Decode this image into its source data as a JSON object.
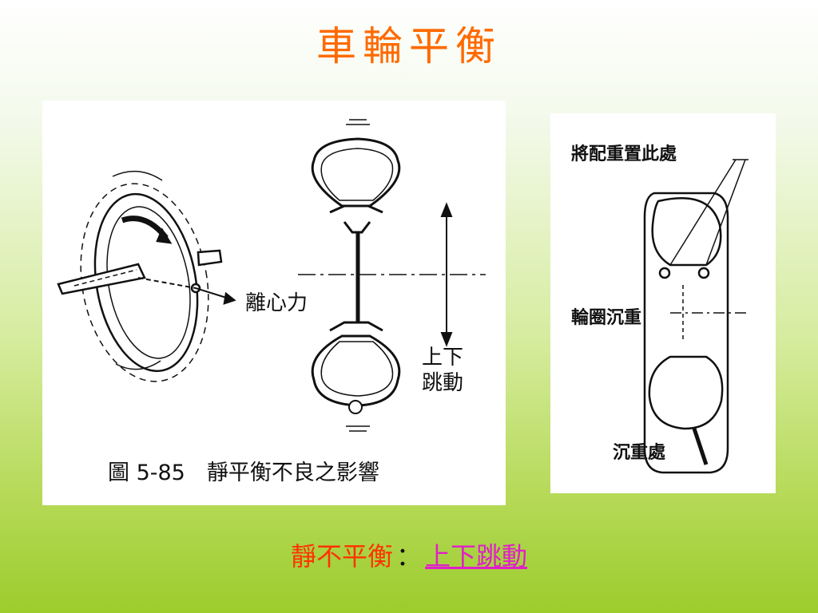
{
  "slide": {
    "title": "車輪平衡",
    "caption_term": "靜不平衡",
    "caption_sep": "：",
    "caption_effect": "上下跳動"
  },
  "left_figure": {
    "label_centrifugal": "離心力",
    "label_bounce_line1": "上下",
    "label_bounce_line2": "跳動",
    "figure_caption": "圖 5-85　靜平衡不良之影響"
  },
  "right_figure": {
    "label_place_weight": "將配重置此處",
    "label_rim_sink": "輪圈沉重",
    "label_heavy_spot": "沉重處"
  },
  "colors": {
    "title": "#ff6a00",
    "caption_term": "#ff3300",
    "caption_effect": "#e01ec8"
  }
}
